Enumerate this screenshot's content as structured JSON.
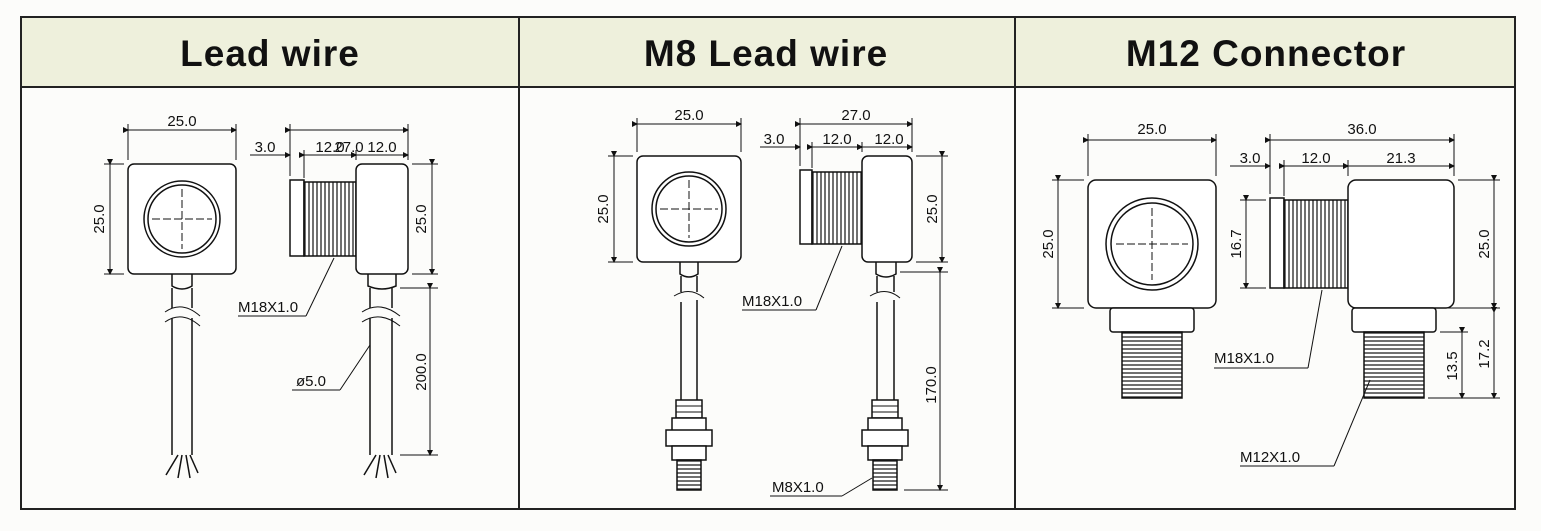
{
  "columns": [
    {
      "title": "Lead wire",
      "dims": {
        "front_width": "25.0",
        "front_height": "25.0",
        "side_total": "27.0",
        "side_a": "3.0",
        "side_b": "12.0",
        "side_c": "12.0",
        "side_height": "25.0",
        "thread": "M18X1.0",
        "cable_dia": "ø5.0",
        "cable_length": "200.0"
      }
    },
    {
      "title": "M8 Lead wire",
      "dims": {
        "front_width": "25.0",
        "front_height": "25.0",
        "side_total": "27.0",
        "side_a": "3.0",
        "side_b": "12.0",
        "side_c": "12.0",
        "side_height": "25.0",
        "thread": "M18X1.0",
        "cable_length": "170.0",
        "connector_thread": "M8X1.0"
      }
    },
    {
      "title": "M12 Connector",
      "dims": {
        "front_width": "25.0",
        "front_height": "25.0",
        "side_total": "36.0",
        "side_a": "3.0",
        "side_b": "12.0",
        "side_c": "21.3",
        "thread_height": "16.7",
        "side_height": "25.0",
        "thread": "M18X1.0",
        "conn_len_a": "13.5",
        "conn_len_b": "17.2",
        "connector_thread": "M12X1.0"
      }
    }
  ]
}
